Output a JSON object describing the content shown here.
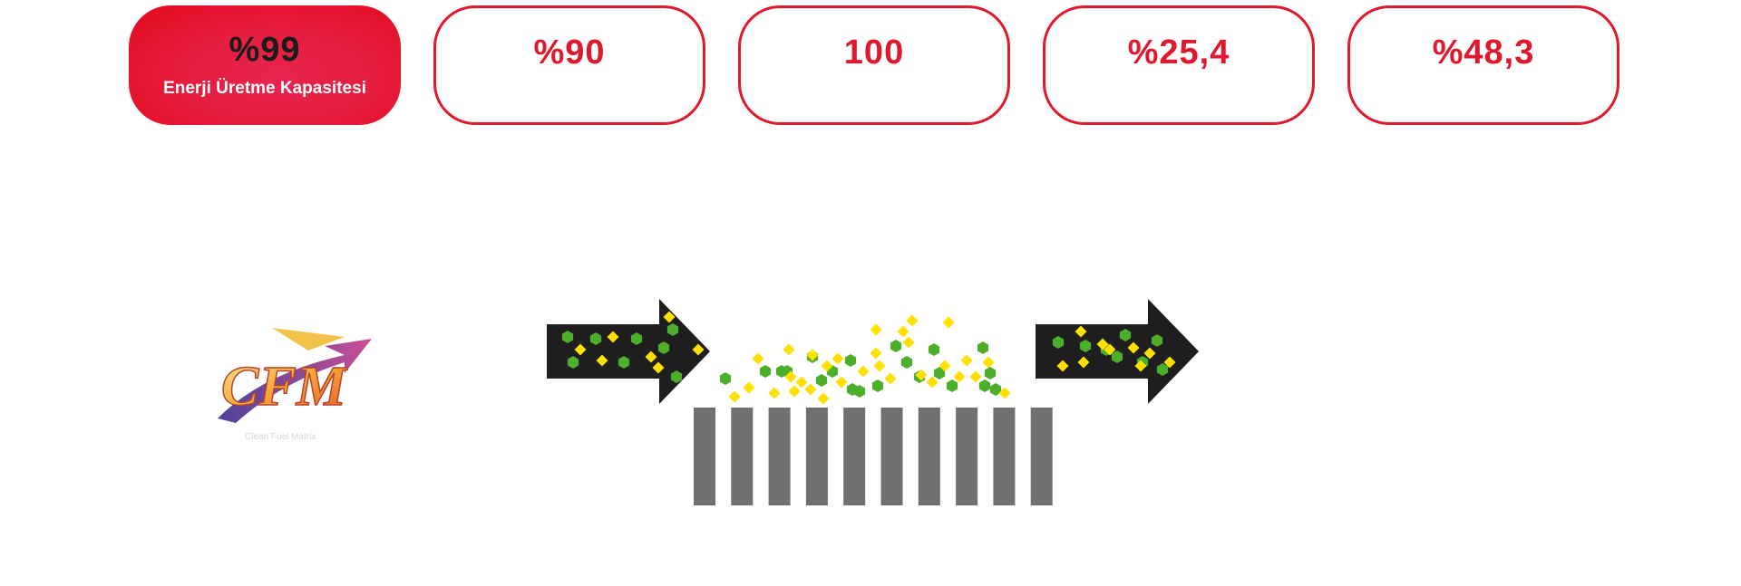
{
  "stats": [
    {
      "value": "%99",
      "label": "Enerji Üretme Kapasitesi",
      "active": true
    },
    {
      "value": "%90",
      "label": "",
      "active": false
    },
    {
      "value": "100",
      "label": "",
      "active": false
    },
    {
      "value": "%25,4",
      "label": "",
      "active": false
    },
    {
      "value": "%48,3",
      "label": "",
      "active": false
    }
  ],
  "logo": {
    "text": "CFM",
    "tagline": "Clean Fuel Matrix"
  },
  "colors": {
    "accent": "#e0182d",
    "arrow": "#1e1e1e",
    "particle_green": "#4caf2c",
    "particle_yellow": "#ffe000",
    "filter_bar": "#707070"
  }
}
